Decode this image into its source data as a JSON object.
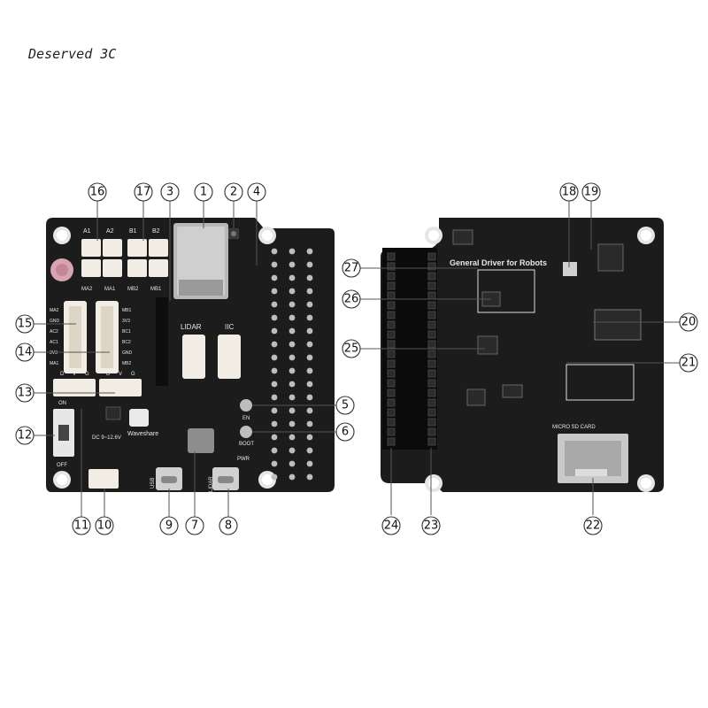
{
  "brand": "Deserved 3C",
  "board_front": {
    "pin_labels_a": [
      "A1",
      "A2"
    ],
    "pin_labels_b": [
      "B1",
      "B2"
    ],
    "motor_labels": [
      "MA2",
      "MA1",
      "MB2",
      "MB1"
    ],
    "left_header_labels": [
      "MA2",
      "GND",
      "AC2",
      "AC1",
      "3V3",
      "MA1"
    ],
    "right_header_labels": [
      "MB1",
      "3V3",
      "BC1",
      "BC2",
      "GND",
      "MB2"
    ],
    "lidar": "LIDAR",
    "iic": "IIC",
    "en": "EN",
    "boot": "BOOT",
    "on": "ON",
    "off": "OFF",
    "dc": "DC 9~12.6V",
    "usb": "USB",
    "lidar_port": "LIDAR",
    "pwr": "PWR",
    "brand_logo": "Waveshare",
    "servo_labels": [
      "D",
      "V",
      "G"
    ]
  },
  "board_back": {
    "title": "General Driver for Robots",
    "sd_label": "MICRO SD CARD"
  },
  "callouts": [
    {
      "num": "1"
    },
    {
      "num": "2"
    },
    {
      "num": "3"
    },
    {
      "num": "4"
    },
    {
      "num": "5"
    },
    {
      "num": "6"
    },
    {
      "num": "7"
    },
    {
      "num": "8"
    },
    {
      "num": "9"
    },
    {
      "num": "10"
    },
    {
      "num": "11"
    },
    {
      "num": "12"
    },
    {
      "num": "13"
    },
    {
      "num": "14"
    },
    {
      "num": "15"
    },
    {
      "num": "16"
    },
    {
      "num": "17"
    },
    {
      "num": "18"
    },
    {
      "num": "19"
    },
    {
      "num": "20"
    },
    {
      "num": "21"
    },
    {
      "num": "22"
    },
    {
      "num": "23"
    },
    {
      "num": "24"
    },
    {
      "num": "25"
    },
    {
      "num": "26"
    },
    {
      "num": "27"
    }
  ],
  "colors": {
    "pcb": "#1c1c1c",
    "connector": "#f1ede4",
    "silkscreen": "#e8e8e8",
    "chip": "#2a2a2a",
    "sd_slot": "#c9c9c9"
  }
}
